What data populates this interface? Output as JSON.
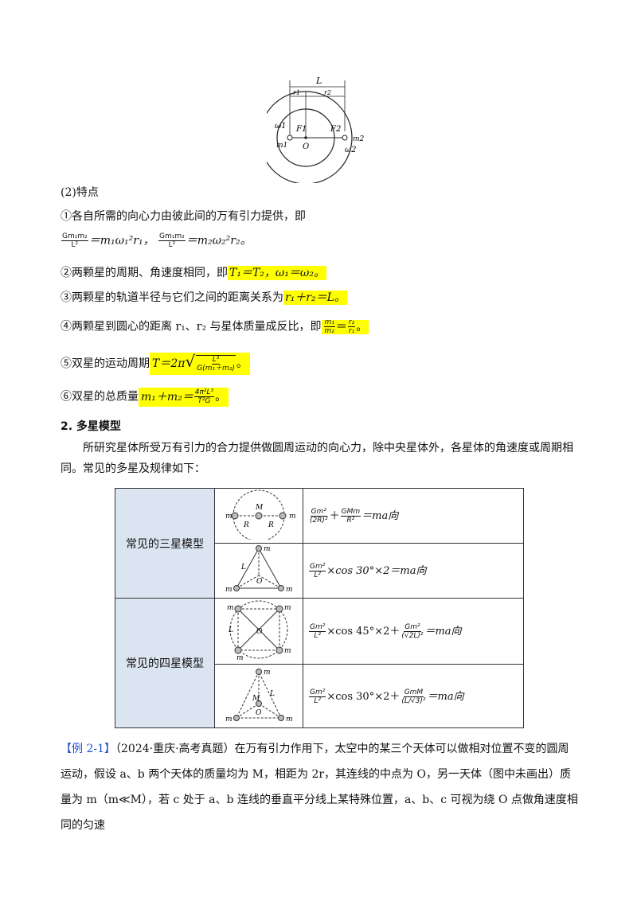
{
  "diagram_top": {
    "labels": {
      "L": "L",
      "r1": "r1",
      "r2": "r2",
      "F1": "F1",
      "F2": "F2",
      "O": "O",
      "m1": "m1",
      "m2": "m2",
      "w1": "ω1",
      "w2": "ω2"
    }
  },
  "section_2_title": "(2)特点",
  "item1": "①各自所需的向心力由彼此间的万有引力提供，即",
  "item1_formula": {
    "f1_num": "Gm₁m₂",
    "f1_den": "L²",
    "f1_rhs": "＝m₁ω₁²r₁，",
    "f2_num": "Gm₁m₂",
    "f2_den": "L²",
    "f2_rhs": "＝m₂ω₂²r₂。"
  },
  "item2_text": "②两颗星的周期、角速度相同，即",
  "item2_hl": "T₁＝T₂，ω₁＝ω₂。",
  "item3_text": "③两颗星的轨道半径与它们之间的距离关系为",
  "item3_hl": "r₁＋r₂＝L。",
  "item4_text": "④两颗星到圆心的距离 r₁、r₂ 与星体质量成反比，即",
  "item4_frac_num": "m₁",
  "item4_frac_den": "m₂",
  "item4_eq": "＝",
  "item4_frac2_num": "r₂",
  "item4_frac2_den": "r₁",
  "item4_end": "。",
  "item5_text": "⑤双星的运动周期",
  "item5_hl_pre": "T＝2π",
  "item5_num": "L³",
  "item5_den": "G(m₁＋m₂)",
  "item5_end": "。",
  "item6_text": "⑥双星的总质量",
  "item6_hl_pre": "m₁＋m₂＝",
  "item6_num": "4π²L³",
  "item6_den": "T²G",
  "item6_end": "。",
  "multi_title": "2. 多星模型",
  "multi_para": "所研究星体所受万有引力的合力提供做圆周运动的向心力，除中央星体外，各星体的角速度或周期相同。常见的多星及规律如下：",
  "table": {
    "three_label": "常见的三星模型",
    "four_label": "常见的四星模型",
    "rows": [
      {
        "f_num": "Gm²",
        "f_den": "(2R)²",
        "mid": "＋",
        "g_num": "GMm",
        "g_den": "R²",
        "tail": "＝ma向"
      },
      {
        "f_num": "Gm²",
        "f_den": "L²",
        "tail": "×cos 30°×2＝ma向"
      },
      {
        "f_num": "Gm²",
        "f_den": "L²",
        "mid": "×cos 45°×2＋",
        "g_num": "Gm²",
        "g_den": "(√2L)²",
        "tail": "＝ma向"
      },
      {
        "f_num": "Gm²",
        "f_den": "L²",
        "mid": "×cos 30°×2＋",
        "g_num": "GmM",
        "g_den": "(L/√3)²",
        "tail": "＝ma向"
      }
    ]
  },
  "example": {
    "tag": "【例 2-1】",
    "source": "（2024·重庆·高考真题）",
    "text": "在万有引力作用下，太空中的某三个天体可以做相对位置不变的圆周运动，假设 a、b 两个天体的质量均为 M，相距为 2r，其连线的中点为 O，另一天体（图中未画出）质量为 m（m≪M），若 c 处于 a、b 连线的垂直平分线上某特殊位置，a、b、c 可视为绕 O 点做角速度相同的匀速"
  }
}
